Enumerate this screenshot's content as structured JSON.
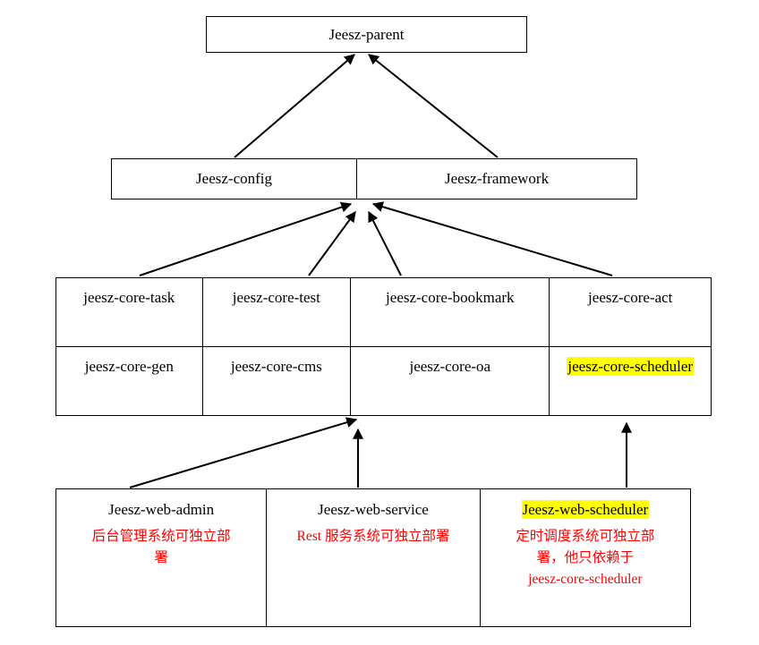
{
  "diagram": {
    "title": "Jeesz module dependency diagram",
    "colors": {
      "stroke": "#000000",
      "background": "#ffffff",
      "highlight": "#ffff00",
      "description_text": "#ff0000"
    },
    "top": {
      "label": "Jeesz-parent"
    },
    "middle": {
      "cells": [
        {
          "label": "Jeesz-config"
        },
        {
          "label": "Jeesz-framework"
        }
      ]
    },
    "core": {
      "rows": [
        {
          "cells": [
            {
              "label": "jeesz-core-task",
              "highlighted": false
            },
            {
              "label": "jeesz-core-test",
              "highlighted": false
            },
            {
              "label": "jeesz-core-bookmark",
              "highlighted": false
            },
            {
              "label": "jeesz-core-act",
              "highlighted": false
            }
          ]
        },
        {
          "cells": [
            {
              "label": "jeesz-core-gen",
              "highlighted": false
            },
            {
              "label": "jeesz-core-cms",
              "highlighted": false
            },
            {
              "label": "jeesz-core-oa",
              "highlighted": false
            },
            {
              "label": "jeesz-core-scheduler",
              "highlighted": true
            }
          ]
        }
      ]
    },
    "web": {
      "cells": [
        {
          "label": "Jeesz-web-admin",
          "highlighted": false,
          "description": [
            "后台管理系统可独立部",
            "署"
          ]
        },
        {
          "label": "Jeesz-web-service",
          "highlighted": false,
          "description": [
            "Rest 服务系统可独立部署"
          ]
        },
        {
          "label": "Jeesz-web-scheduler",
          "highlighted": true,
          "description": [
            "定时调度系统可独立部",
            "署，他只依赖于",
            "jeesz-core-scheduler"
          ]
        }
      ]
    }
  }
}
